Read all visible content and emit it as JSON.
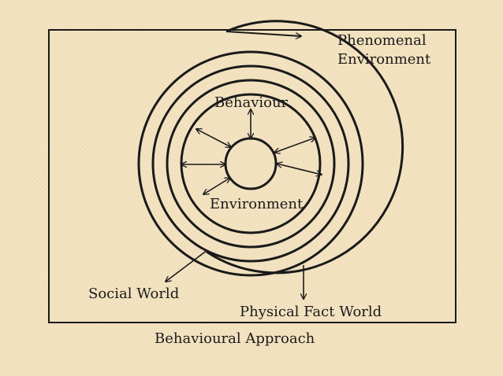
{
  "diagram": {
    "labels": {
      "phenomenal_line1": "Phenomenal",
      "phenomenal_line2": "Environment",
      "behaviour": "Behaviour",
      "environment": "Environment",
      "social_world": "Social World",
      "physical_fact_world": "Physical Fact World"
    },
    "caption": "Behavioural Approach",
    "colors": {
      "background": "#f3e2bf",
      "ink": "#1a1a1a"
    }
  }
}
